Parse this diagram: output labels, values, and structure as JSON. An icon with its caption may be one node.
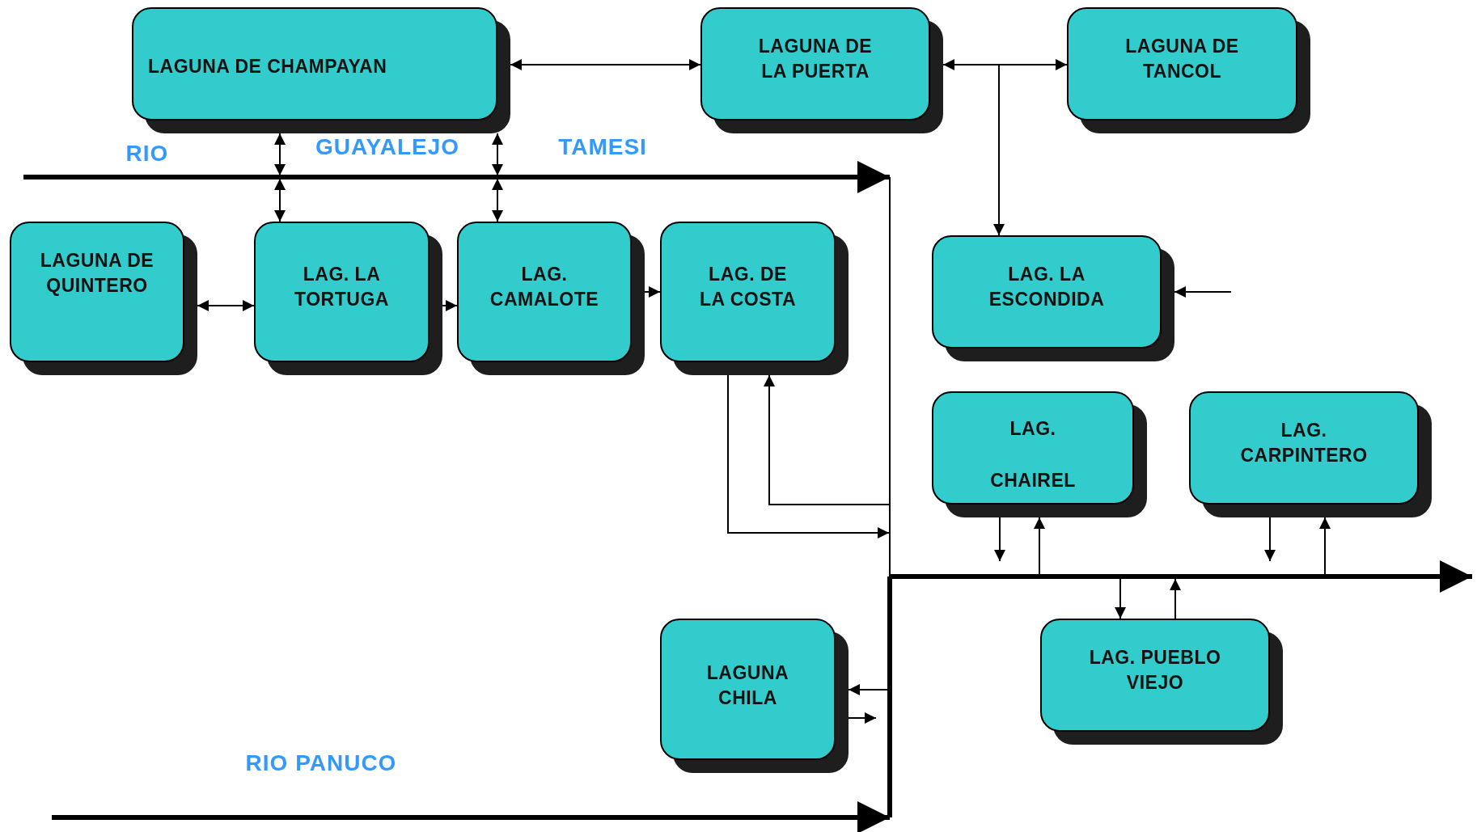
{
  "diagram": {
    "nodes": [
      {
        "text": [
          "LAGUNA DE CHAMPAYAN"
        ]
      },
      {
        "text": [
          "LAGUNA DE LA PUERTA"
        ]
      },
      {
        "text": [
          "LAGUNA DE TANCOL"
        ]
      },
      {
        "text": [
          "LAGUNA DE QUINTERO"
        ]
      },
      {
        "text": [
          "LAG. LA TORTUGA"
        ]
      },
      {
        "text": [
          "LAG. CAMALOTE"
        ]
      },
      {
        "text": [
          "LAG. DE LA COSTA"
        ]
      },
      {
        "text": [
          "LAG. LA ESCONDIDA"
        ]
      },
      {
        "text": [
          "LAG. CHAIREL"
        ]
      },
      {
        "text": [
          "LAG. CARPINTERO"
        ]
      },
      {
        "text": [
          "LAGUNA CHILA"
        ]
      },
      {
        "text": [
          "LAG. PUEBLO VIEJO"
        ]
      }
    ],
    "edges": [
      {
        "from": 0,
        "to": 1,
        "arrow": "both"
      },
      {
        "from": 1,
        "to": 2,
        "arrow": "both"
      },
      {
        "from": 1,
        "to": 7,
        "arrow": "to"
      },
      {
        "from": null,
        "to": 7,
        "arrow": "to"
      },
      {
        "from": 3,
        "to": 4,
        "arrow": "both"
      },
      {
        "from": 4,
        "to": 5,
        "arrow": "both"
      },
      {
        "from": 5,
        "to": 6,
        "arrow": "both"
      },
      {
        "from": 0,
        "to": null,
        "arrow": "both"
      },
      {
        "from": null,
        "to": 4,
        "arrow": "both"
      },
      {
        "from": 0,
        "to": null,
        "arrow": "both"
      },
      {
        "from": null,
        "to": 5,
        "arrow": "both"
      },
      {
        "from": 6,
        "to": null,
        "arrow": "to"
      },
      {
        "from": null,
        "to": 6,
        "arrow": "to"
      },
      {
        "from": null,
        "to": 10,
        "arrow": "to"
      },
      {
        "from": 10,
        "to": null,
        "arrow": "to"
      },
      {
        "from": 8,
        "to": null,
        "arrow": "to"
      },
      {
        "from": null,
        "to": 8,
        "arrow": "to"
      },
      {
        "from": 9,
        "to": null,
        "arrow": "to"
      },
      {
        "from": null,
        "to": 9,
        "arrow": "to"
      },
      {
        "from": null,
        "to": 11,
        "arrow": "to"
      },
      {
        "from": 11,
        "to": null,
        "arrow": "to"
      }
    ],
    "labels": [
      "RIO",
      "GUAYALEJO",
      "TAMESI",
      "RIO PANUCO"
    ]
  }
}
